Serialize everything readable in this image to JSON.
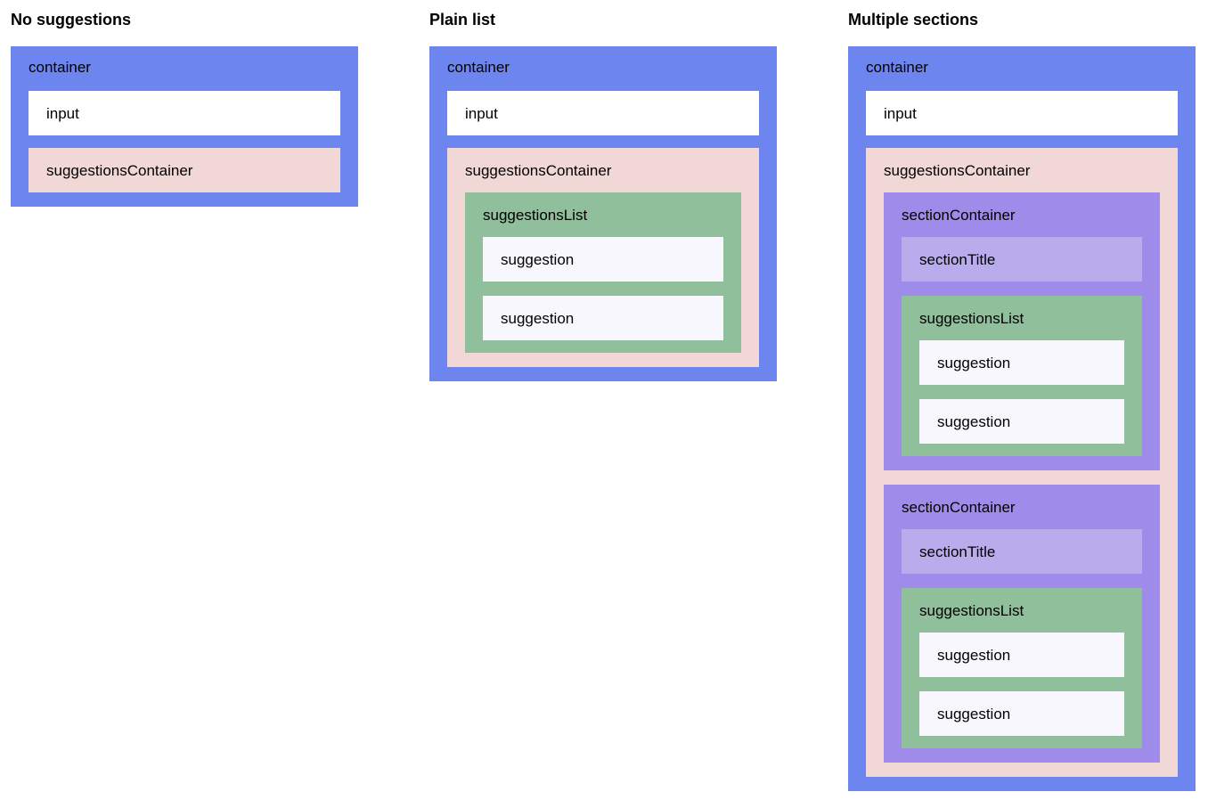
{
  "colors": {
    "container": "#6d86ef",
    "input": "#ffffff",
    "suggestionsContainer": "#f2d7d7",
    "suggestionsList": "#8fbf9b",
    "suggestion": "#f9f7fe",
    "sectionContainer": "#9f8bea",
    "sectionTitle": "#b8acec"
  },
  "labels": {
    "container": "container",
    "input": "input",
    "suggestionsContainer": "suggestionsContainer",
    "suggestionsList": "suggestionsList",
    "suggestion": "suggestion",
    "sectionContainer": "sectionContainer",
    "sectionTitle": "sectionTitle"
  },
  "columns": [
    {
      "heading": "No suggestions"
    },
    {
      "heading": "Plain list"
    },
    {
      "heading": "Multiple sections"
    }
  ]
}
